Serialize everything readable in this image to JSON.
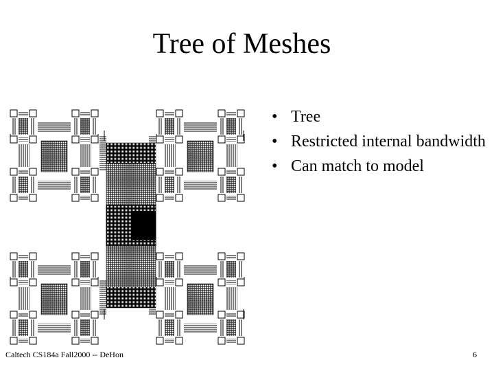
{
  "slide": {
    "title": "Tree of Meshes",
    "bullets": [
      "Tree",
      "Restricted internal bandwidth",
      "Can match to model"
    ],
    "footer": "Caltech CS184a Fall2000 -- DeHon",
    "page_number": "6"
  }
}
